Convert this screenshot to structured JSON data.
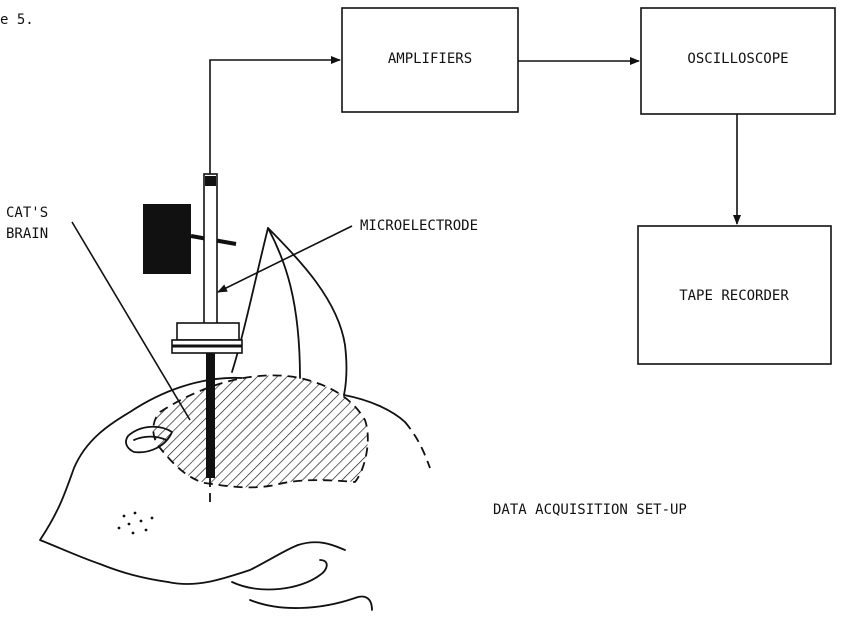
{
  "figure_label": "e 5.",
  "blocks": {
    "amplifiers": "AMPLIFIERS",
    "oscilloscope": "OSCILLOSCOPE",
    "tape_recorder": "TAPE RECORDER"
  },
  "labels": {
    "cats_brain_line1": "CAT'S",
    "cats_brain_line2": "BRAIN",
    "microelectrode": "MICROELECTRODE"
  },
  "caption": "DATA ACQUISITION SET-UP"
}
